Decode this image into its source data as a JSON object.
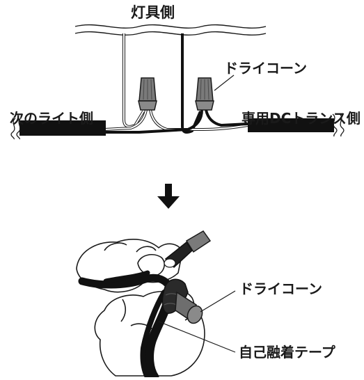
{
  "labels": {
    "fixture_side": "灯具側",
    "dry_cone_top": "ドライコーン",
    "next_light_side": "次のライト側",
    "dc_transformer_side": "専用DCトランス側",
    "dry_cone_bottom": "ドライコーン",
    "tape": "自己融着テープ"
  },
  "icons": {
    "arrow": "down-arrow-icon"
  },
  "colors": {
    "line": "#1a1a1a",
    "cable": "#111111",
    "cone": "#7a7a7a",
    "cone_dark": "#4a4a4a",
    "background": "#ffffff"
  }
}
